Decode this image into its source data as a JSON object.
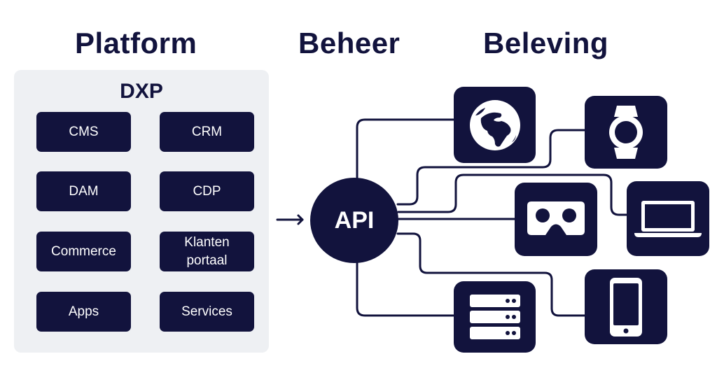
{
  "headings": {
    "platform": "Platform",
    "beheer": "Beheer",
    "beleving": "Beleving"
  },
  "dxp": {
    "title": "DXP",
    "modules": [
      "CMS",
      "CRM",
      "DAM",
      "CDP",
      "Commerce",
      "Klanten\nportaal",
      "Apps",
      "Services"
    ]
  },
  "api": {
    "label": "API"
  },
  "devices": [
    "globe-icon",
    "smartwatch-icon",
    "vr-headset-icon",
    "laptop-icon",
    "server-icon",
    "smartphone-icon"
  ],
  "colors": {
    "navy": "#12133d",
    "panel": "#eef0f3",
    "white": "#ffffff"
  }
}
